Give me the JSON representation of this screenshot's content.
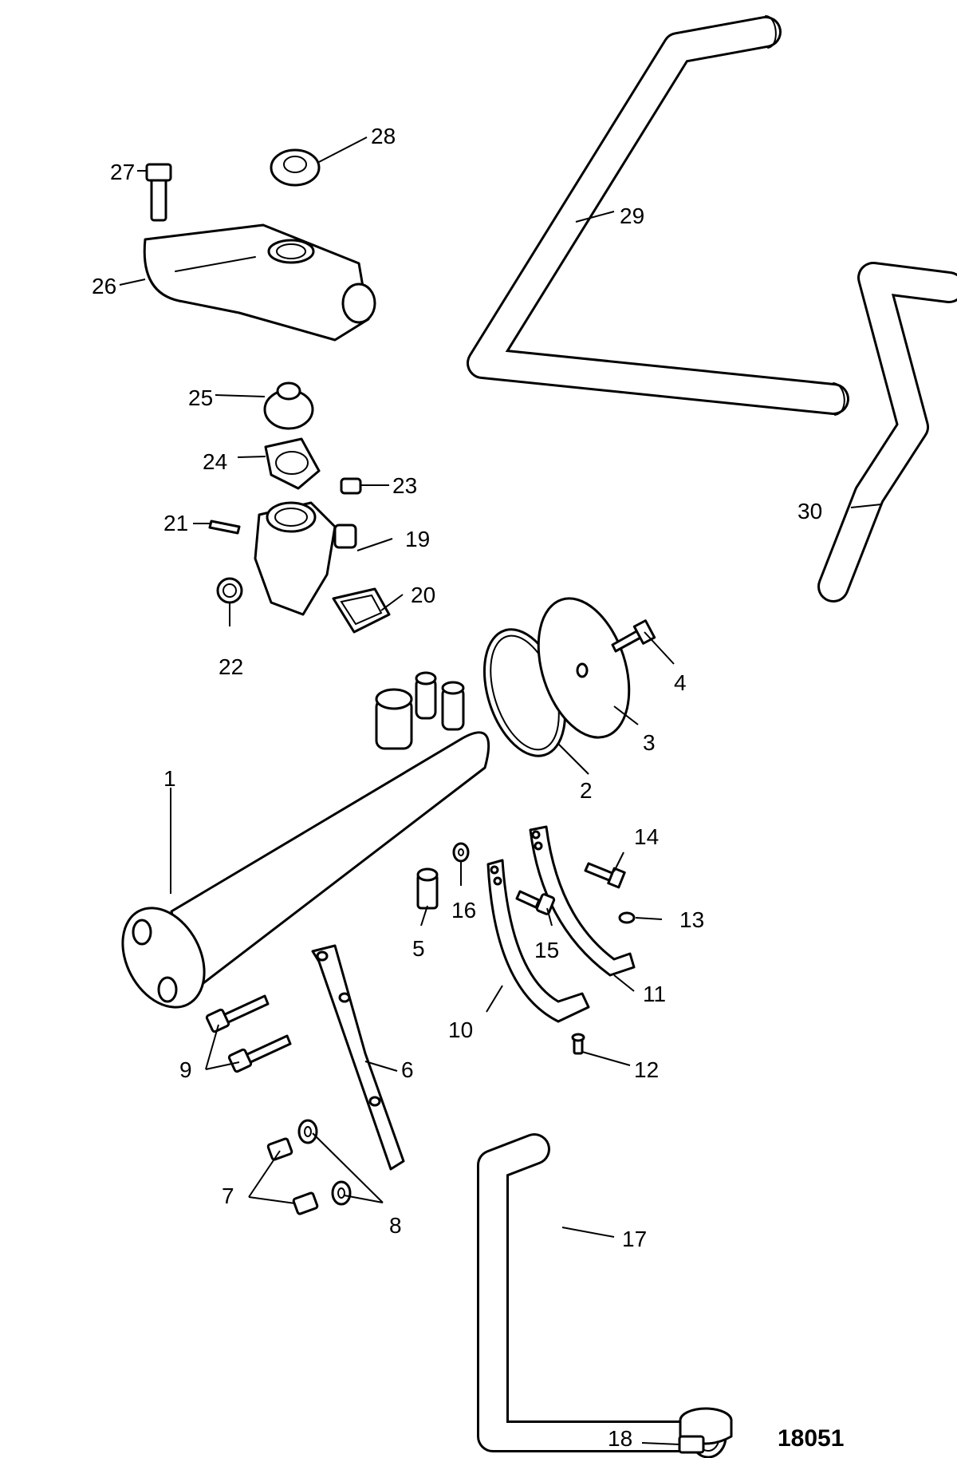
{
  "figure_number": "18051",
  "callouts": {
    "c1": "1",
    "c2": "2",
    "c3": "3",
    "c4": "4",
    "c5": "5",
    "c6": "6",
    "c7": "7",
    "c8": "8",
    "c9": "9",
    "c10": "10",
    "c11": "11",
    "c12": "12",
    "c13": "13",
    "c14": "14",
    "c15": "15",
    "c16": "16",
    "c17": "17",
    "c18": "18",
    "c19": "19",
    "c20": "20",
    "c21": "21",
    "c22": "22",
    "c23": "23",
    "c24": "24",
    "c25": "25",
    "c26": "26",
    "c27": "27",
    "c28": "28",
    "c29": "29",
    "c30": "30"
  }
}
